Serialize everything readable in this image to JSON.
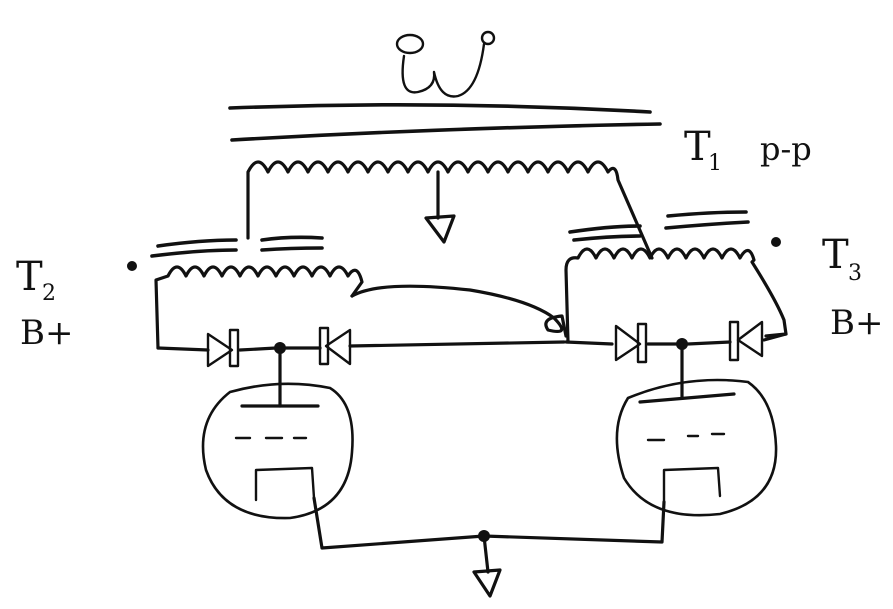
{
  "labels": {
    "t1": "T",
    "t1_sub": "1",
    "t1_note": "p-p",
    "t2": "T",
    "t2_sub": "2",
    "t3": "T",
    "t3_sub": "3",
    "bplus_left": "B+",
    "bplus_right": "B+"
  },
  "colors": {
    "ink": "#111111",
    "paper": "#ffffff"
  },
  "icons": {
    "speaker": "speaker-icon",
    "ground": "ground-icon",
    "diode": "diode-icon",
    "tube": "vacuum-tube-icon"
  }
}
